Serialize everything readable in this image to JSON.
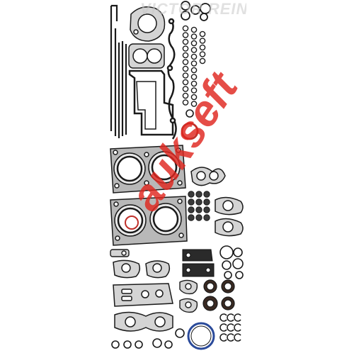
{
  "watermarks": {
    "brand": "aukseft",
    "maker": "VICTOR REINZ"
  },
  "colors": {
    "gasket_outline": "#1a1a1a",
    "gasket_metal": "#9a9a9a",
    "gasket_fill": "#d4d4d4",
    "rubber": "#3a2a22",
    "red_ring": "#c0302a",
    "blue_ring": "#2a4a9a",
    "watermark_red": "#e0271f"
  },
  "parts": [
    "long-seal-strips",
    "water-pump-gasket",
    "throttle-body-gasket",
    "intake-manifold-gasket",
    "valve-cover-gaskets",
    "head-gasket-left",
    "head-gasket-right",
    "exhaust-gaskets",
    "oil-seals",
    "o-rings",
    "washers"
  ]
}
